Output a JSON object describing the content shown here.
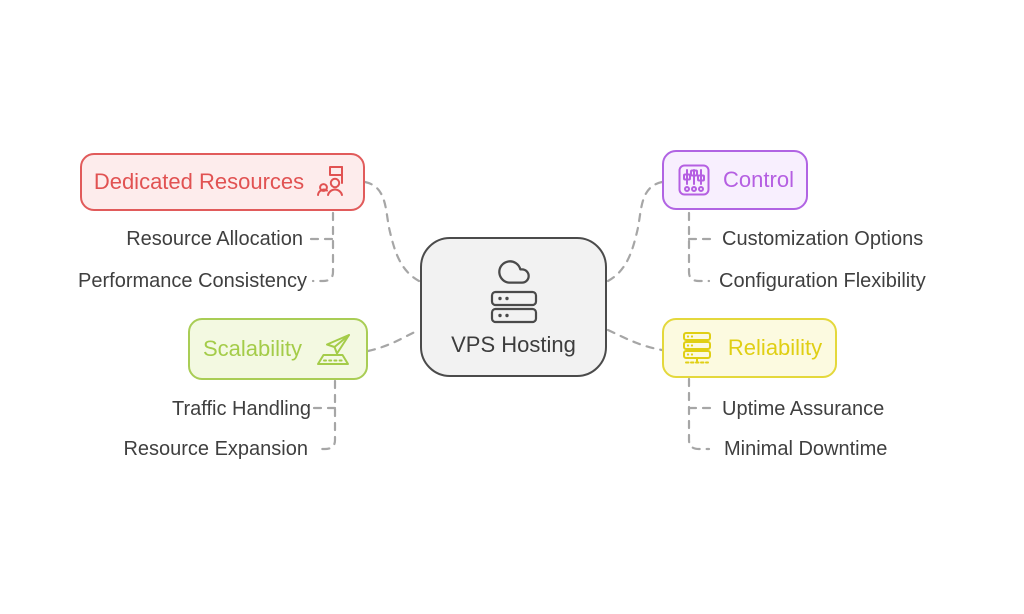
{
  "diagram": {
    "title": "VPS Hosting mind map",
    "center": {
      "label": "VPS Hosting",
      "icons": [
        "cloud-icon",
        "server-stack-icon"
      ]
    },
    "branches": [
      {
        "id": "dedicated-resources",
        "label": "Dedicated Resources",
        "icon": "team-flag-icon",
        "accent": "#e15252",
        "border": "#e15b5b",
        "background": "#fdecec",
        "children": [
          "Resource Allocation",
          "Performance Consistency"
        ]
      },
      {
        "id": "scalability",
        "label": "Scalability",
        "icon": "plane-takeoff-icon",
        "accent": "#a4cc49",
        "border": "#a9cd55",
        "background": "#f3f9e1",
        "children": [
          "Traffic Handling",
          "Resource Expansion"
        ]
      },
      {
        "id": "control",
        "label": "Control",
        "icon": "sliders-icon",
        "accent": "#b55fe2",
        "border": "#b164e3",
        "background": "#f8effe",
        "children": [
          "Customization Options",
          "Configuration Flexibility"
        ]
      },
      {
        "id": "reliability",
        "label": "Reliability",
        "icon": "server-rack-icon",
        "accent": "#e0cf14",
        "border": "#e4d83c",
        "background": "#fcfae0",
        "children": [
          "Uptime Assurance",
          "Minimal Downtime"
        ]
      }
    ],
    "colors": {
      "page_background": "#ffffff",
      "connector": "#a6a6a6",
      "center_border": "#4b4b4b",
      "center_background": "#f2f2f2",
      "center_text": "#3d3d3d",
      "child_text": "#3f3f3f"
    }
  }
}
